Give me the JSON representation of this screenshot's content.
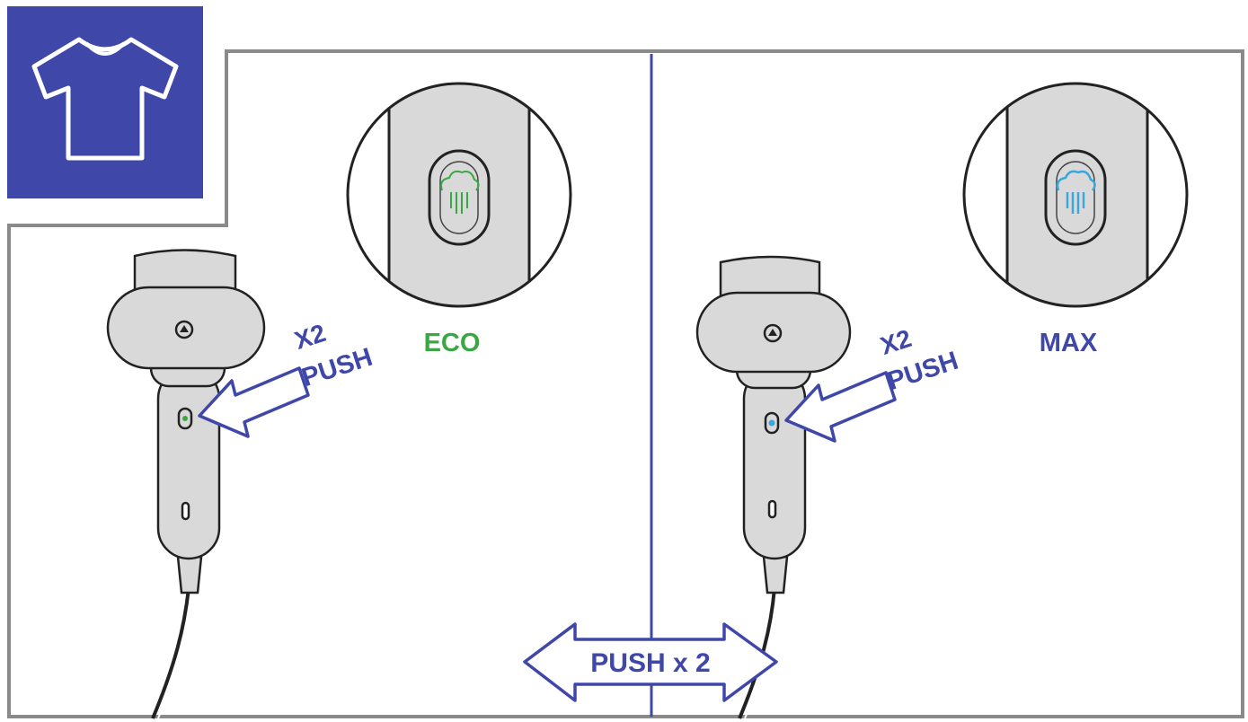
{
  "colors": {
    "frame": "#8a8a8a",
    "accent_blue": "#3f47a9",
    "eco_green": "#3aa745",
    "max_cyan": "#3aa6d9",
    "device_fill": "#d9d9d9",
    "outline": "#222222"
  },
  "badge": {
    "icon": "tshirt-icon"
  },
  "panels": [
    {
      "mode_label": "ECO",
      "mode_color": "#3aa745",
      "push_count": "X2",
      "push_label": "PUSH",
      "zoom_icon": "steam-cloud-icon"
    },
    {
      "mode_label": "MAX",
      "mode_color": "#3f47a9",
      "push_count": "X2",
      "push_label": "PUSH",
      "zoom_icon": "steam-cloud-icon"
    }
  ],
  "toggle": {
    "label": "PUSH x 2"
  }
}
